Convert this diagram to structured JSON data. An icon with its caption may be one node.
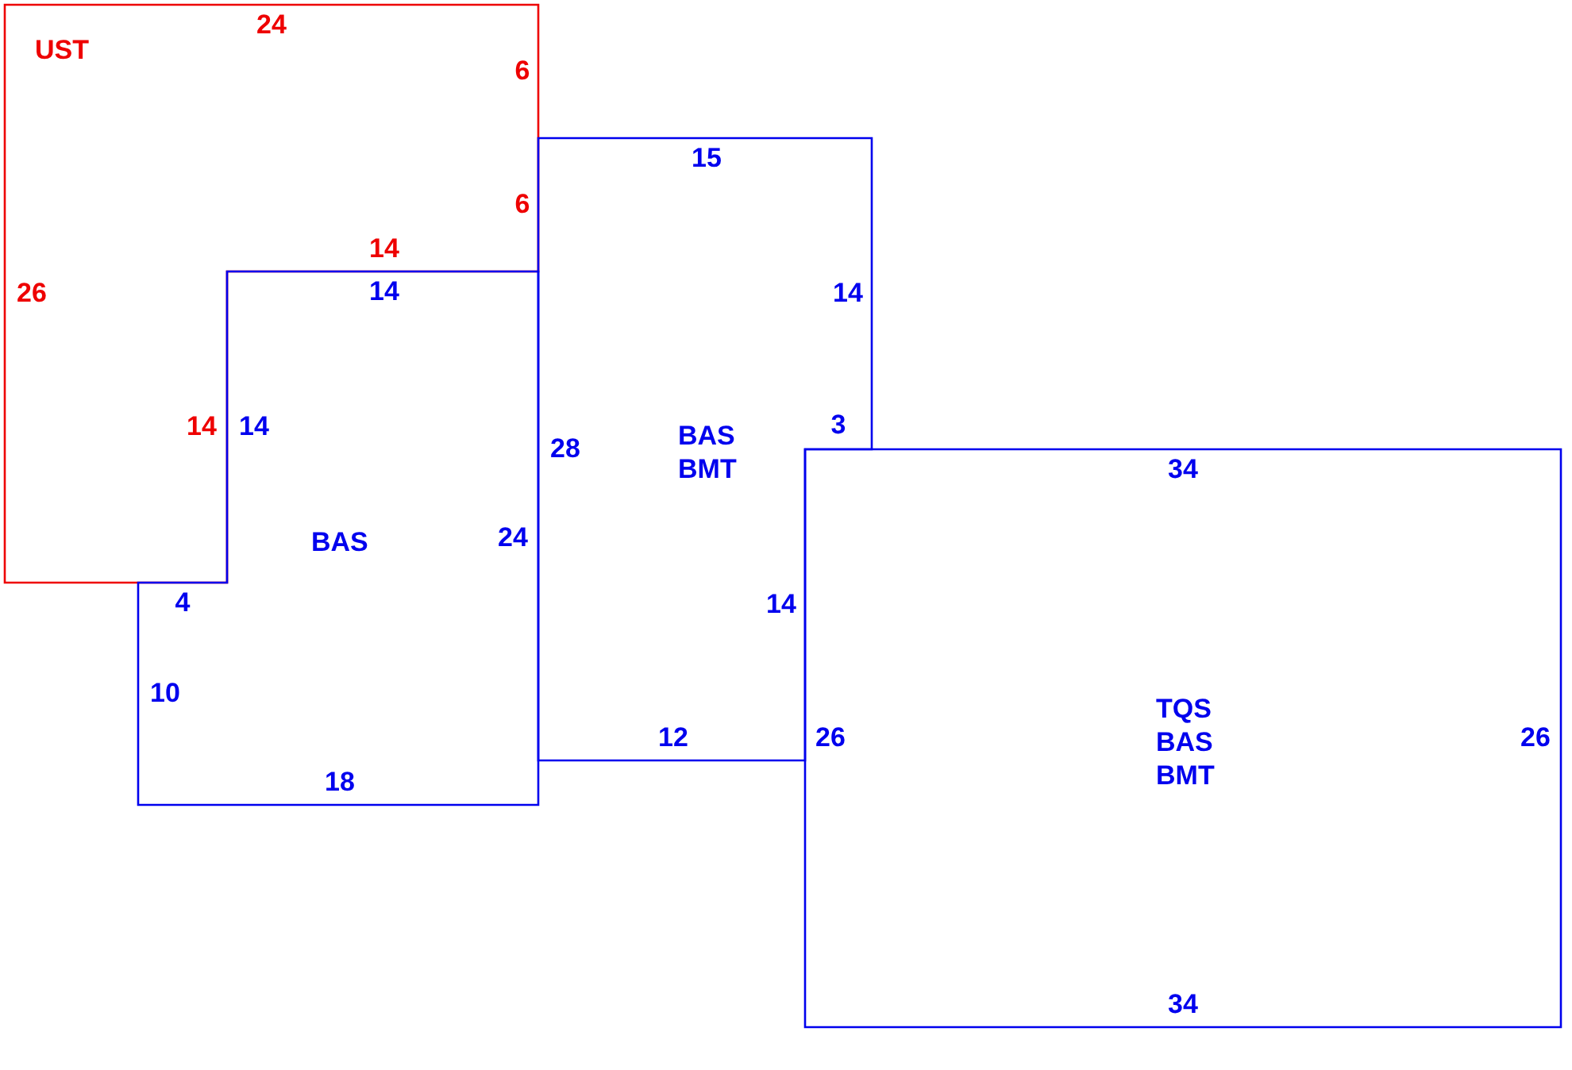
{
  "diagram": {
    "nodes": [
      {
        "text": [
          "UST"
        ]
      },
      {
        "text": [
          "BAS"
        ]
      },
      {
        "text": [
          "BAS",
          "BMT"
        ]
      },
      {
        "text": [
          "TQS",
          "BAS",
          "BMT"
        ]
      }
    ],
    "labels": [
      "24",
      "6",
      "15",
      "6",
      "14",
      "26",
      "14",
      "14",
      "14",
      "14",
      "3",
      "28",
      "34",
      "24",
      "4",
      "14",
      "10",
      "12",
      "26",
      "26",
      "18",
      "34"
    ]
  }
}
